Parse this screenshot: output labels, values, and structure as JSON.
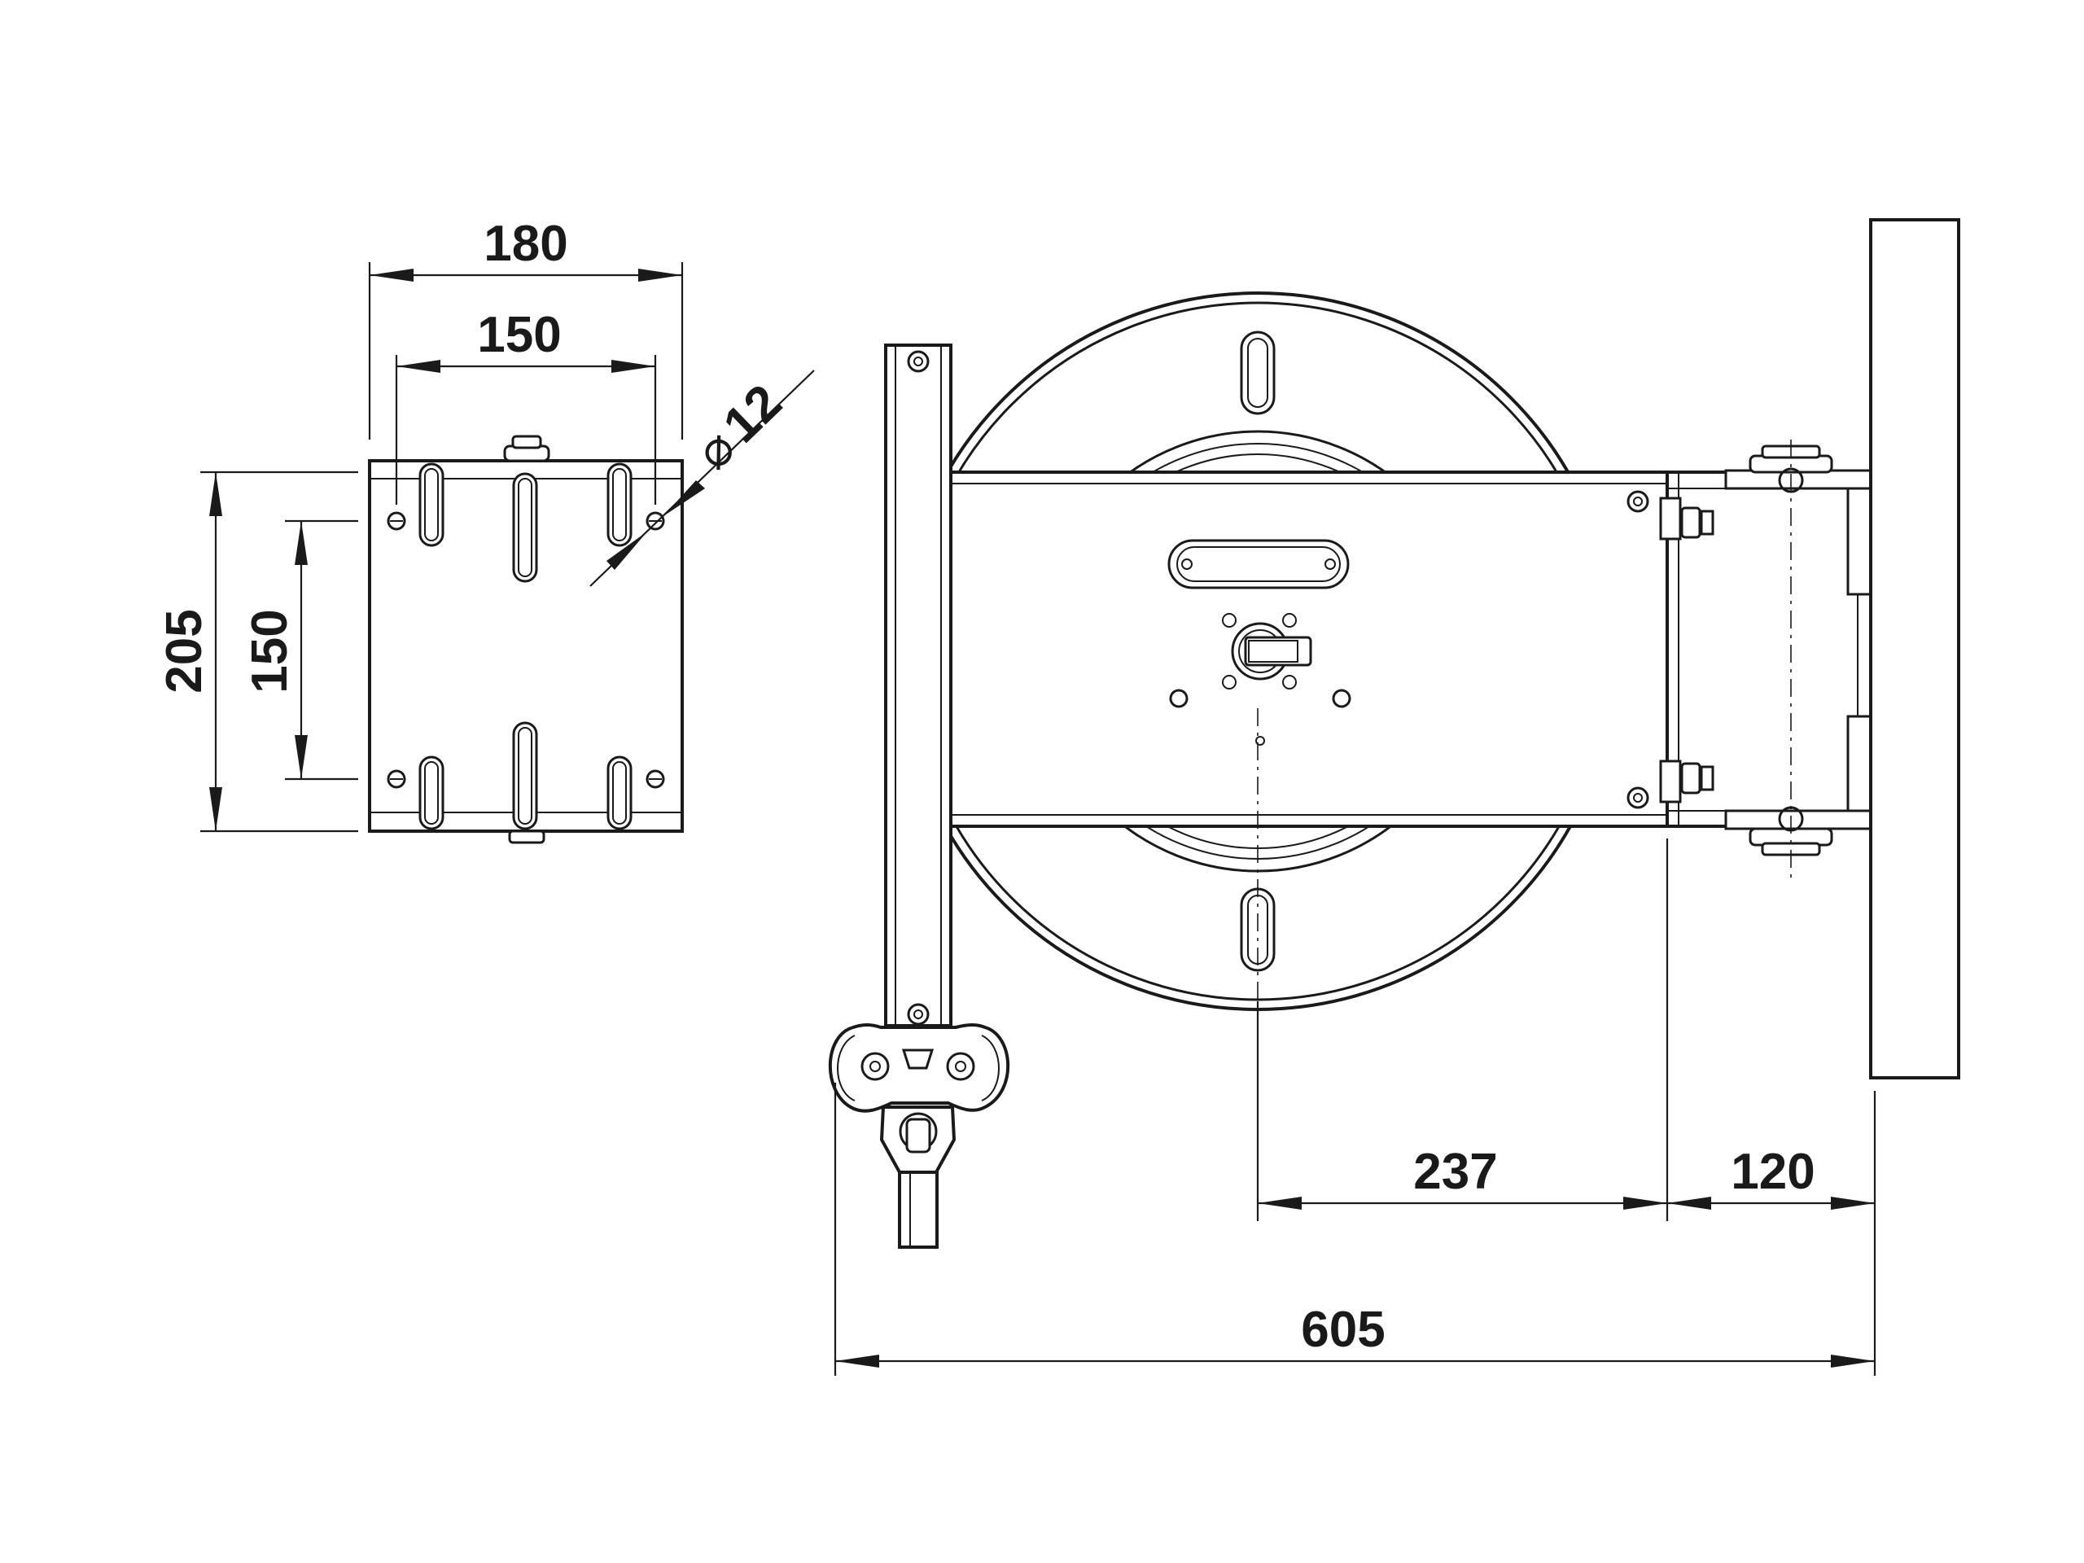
{
  "dimensions": {
    "plate_width_outer": "180",
    "plate_width_inner": "150",
    "hole_diameter": "12",
    "plate_height_outer": "205",
    "plate_height_inner": "150",
    "reel_to_mount": "237",
    "mount_depth": "120",
    "overall_length": "605"
  },
  "diameter_symbol": "⌀"
}
